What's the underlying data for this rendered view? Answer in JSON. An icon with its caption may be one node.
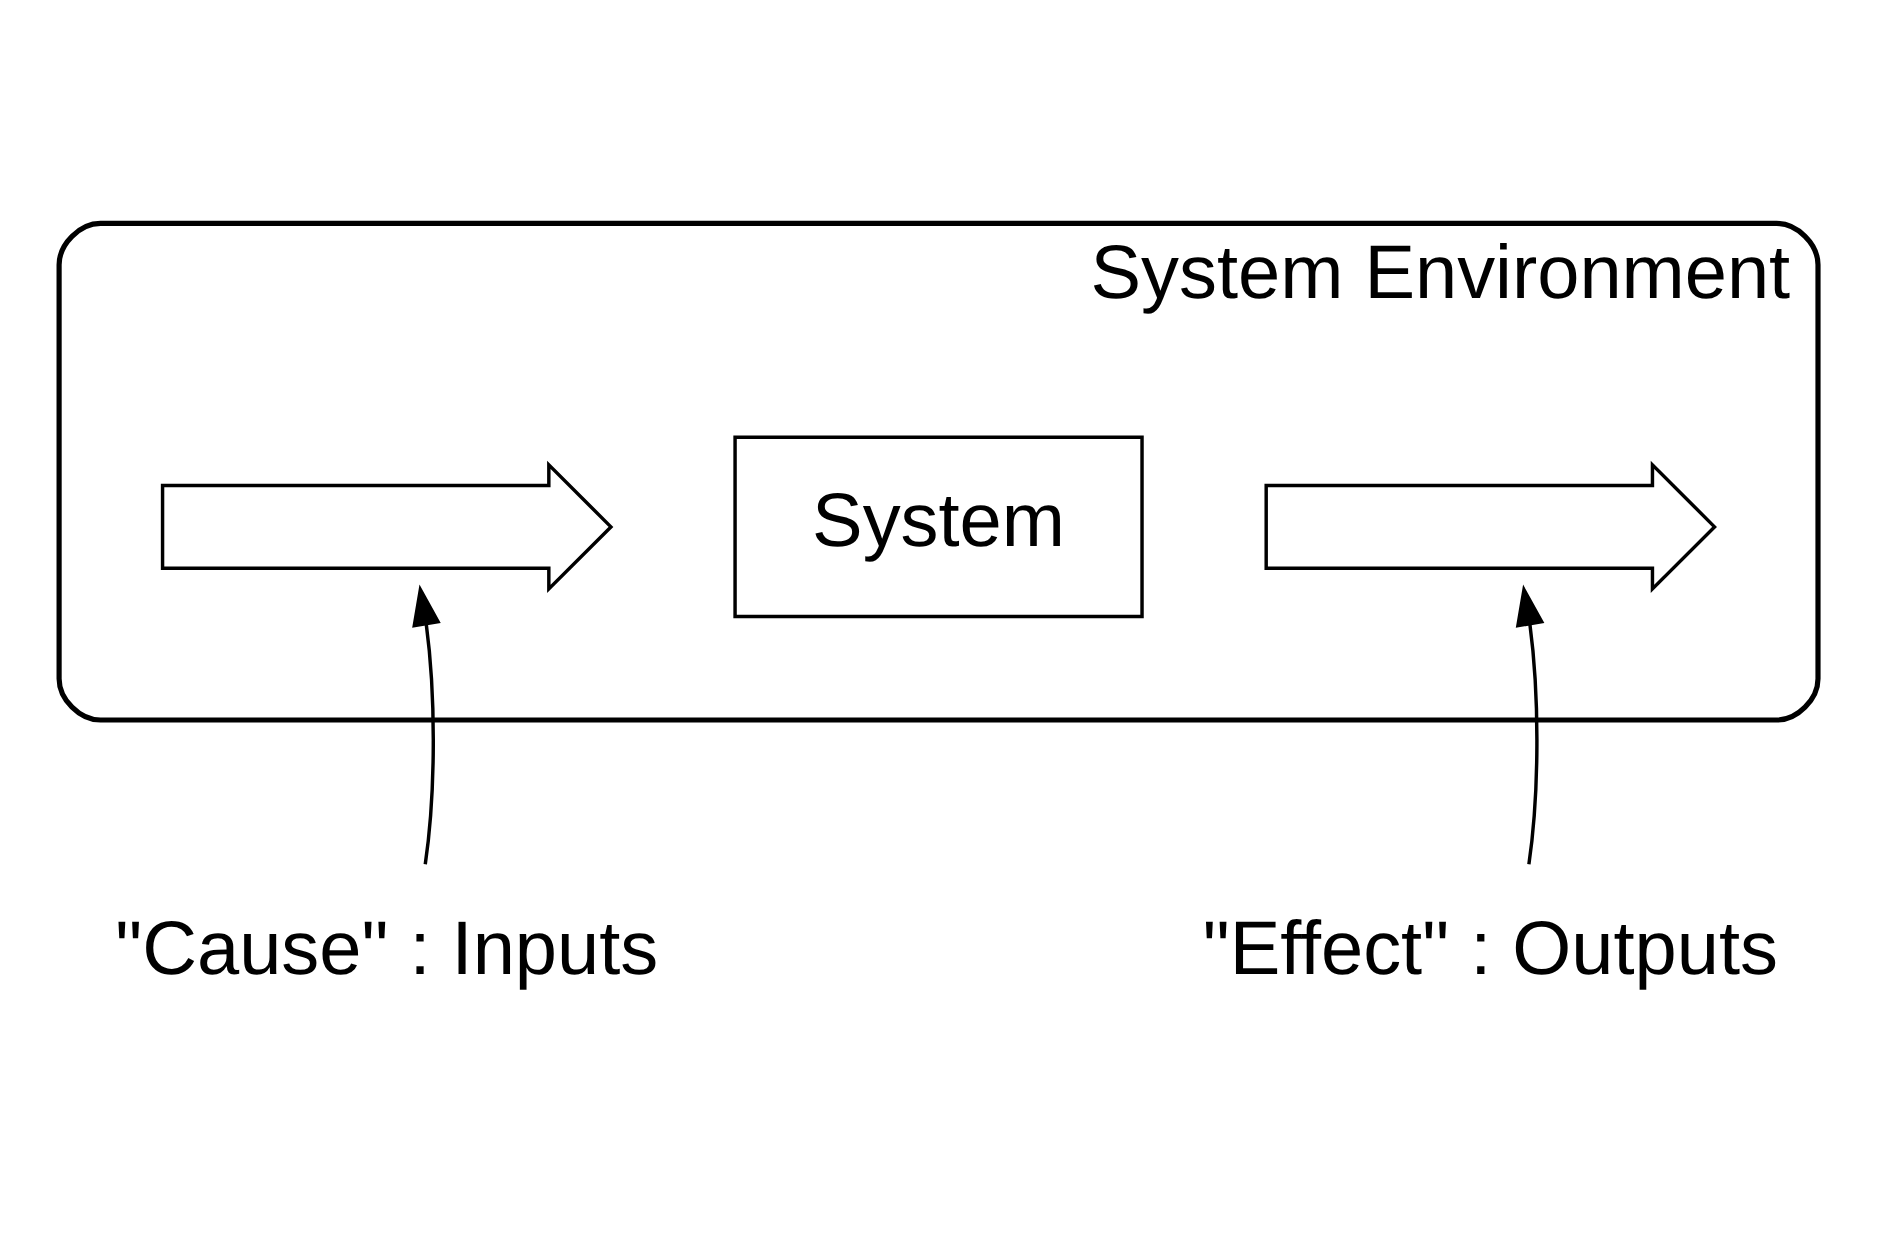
{
  "diagram": {
    "nodes": [
      {
        "text": [
          "System Environment"
        ]
      },
      {
        "text": [],
        "shape": "arrow",
        "in": 0
      },
      {
        "text": [
          "System"
        ],
        "in": 0
      },
      {
        "text": [],
        "shape": "arrow",
        "in": 0
      },
      {
        "text": [
          "\"Cause\" : Inputs"
        ]
      },
      {
        "text": [
          "\"Effect\" : Outputs"
        ]
      }
    ],
    "edges": [
      {
        "from": 4,
        "to": 1,
        "arrow": "to"
      },
      {
        "from": 5,
        "to": 3,
        "arrow": "to"
      }
    ]
  }
}
